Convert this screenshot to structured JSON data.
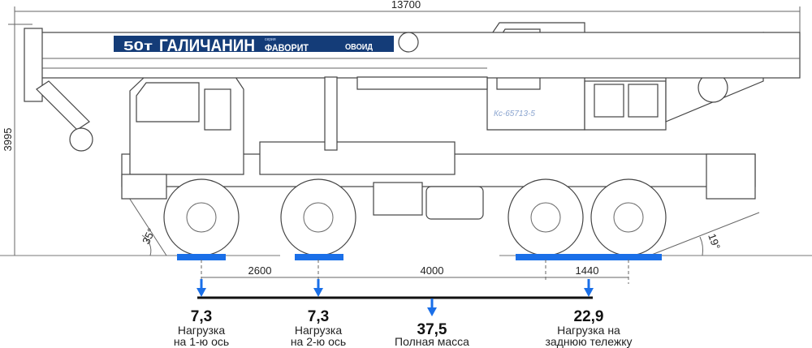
{
  "dimensions": {
    "overall_length": "13700",
    "overall_height": "3995",
    "approach_angle": "35°",
    "departure_angle": "19°",
    "wheelbase_1_2": "2600",
    "wheelbase_2_3": "4000",
    "wheelbase_3_4": "1440"
  },
  "boom_branding": {
    "capacity": "50т",
    "brand": "ГАЛИЧАНИН",
    "series_small": "серия",
    "series": "ФАВОРИТ",
    "variant": "ОВОИД",
    "cabin_model": "Кс-65713-5"
  },
  "loads": [
    {
      "value": "7,3",
      "line1": "Нагрузка",
      "line2": "на 1-ю ось"
    },
    {
      "value": "7,3",
      "line1": "Нагрузка",
      "line2": "на 2-ю ось"
    },
    {
      "value": "37,5",
      "line1": "Полная масса",
      "line2": ""
    },
    {
      "value": "22,9",
      "line1": "Нагрузка на",
      "line2": "заднюю тележку"
    }
  ],
  "colors": {
    "accent_blue": "#1a6fe8",
    "brand_navy": "#143c78"
  }
}
